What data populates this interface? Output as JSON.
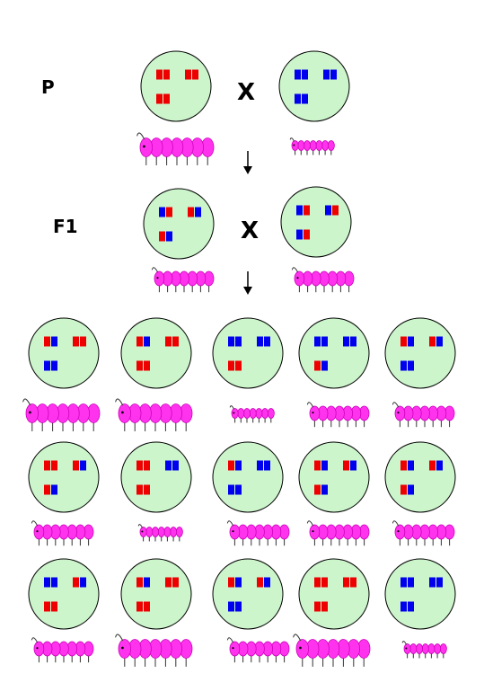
{
  "colors": {
    "cell_fill": "#ccf5cc",
    "cell_stroke": "#000000",
    "allele_red": "#ee0000",
    "allele_blue": "#0000ee",
    "caterpillar_fill": "#ff33ee",
    "caterpillar_stroke": "#cc00bb",
    "arrow": "#000000"
  },
  "labels": {
    "parental": "P",
    "f1": "F1",
    "cross_p": "X",
    "cross_f1": "X"
  },
  "genotypes": {
    "p_left": [
      "RR",
      "RR",
      "RR"
    ],
    "p_right": [
      "BB",
      "BB",
      "BB"
    ],
    "f1_left": [
      "BR",
      "RB",
      "RB"
    ],
    "f1_right": [
      "BR",
      "BR",
      "BR"
    ],
    "f2": [
      [
        "RB",
        "RR",
        "BB"
      ],
      [
        "RB",
        "RR",
        "RR"
      ],
      [
        "BB",
        "BB",
        "RR"
      ],
      [
        "BB",
        "BB",
        "RB"
      ],
      [
        "RB",
        "RB",
        "BB"
      ],
      [
        "RR",
        "RB",
        "RB"
      ],
      [
        "RR",
        "BB",
        "RR"
      ],
      [
        "RB",
        "BB",
        "BB"
      ],
      [
        "RB",
        "RB",
        "RB"
      ],
      [
        "RB",
        "RB",
        "RB"
      ],
      [
        "BB",
        "RB",
        "RR"
      ],
      [
        "RB",
        "RR",
        "RR"
      ],
      [
        "RB",
        "RB",
        "BB"
      ],
      [
        "RR",
        "RR",
        "RR"
      ],
      [
        "BB",
        "BB",
        "BB"
      ]
    ]
  },
  "caterpillar_sizes": {
    "p_left": "large",
    "p_right": "small",
    "f1_left": "medium",
    "f1_right": "medium",
    "f2": [
      "large",
      "large",
      "small",
      "medium",
      "medium",
      "medium",
      "small",
      "medium",
      "medium",
      "medium",
      "medium",
      "large",
      "medium",
      "large",
      "small"
    ]
  }
}
